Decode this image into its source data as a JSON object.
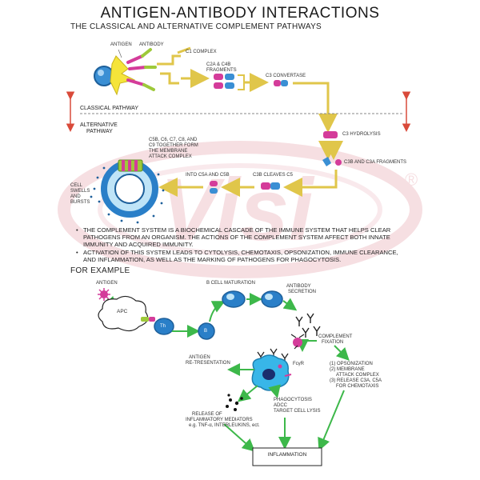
{
  "title": "ANTIGEN-ANTIBODY INTERACTIONS",
  "subtitle": "THE CLASSICAL AND ALTERNATIVE COMPLEMENT PATHWAYS",
  "watermark": {
    "text": "Visi",
    "mark": "®",
    "color": "#e6a4ad"
  },
  "colors": {
    "arrow_yellow": "#e0c64a",
    "arrow_green": "#3db84a",
    "pathway_red": "#d94a3a",
    "cell_blue": "#2a7fc8",
    "magenta": "#d43c9a",
    "lime": "#9ec93a"
  },
  "pathway": {
    "antigen": "ANTIGEN",
    "antibody": "ANTIBODY",
    "c1_complex": "C1 COMPLEX",
    "c2a_c4b": [
      "C2a & C4b",
      "FRAGMENTS"
    ],
    "c3_convertase": "C3 CONVERTASE",
    "classical": "CLASSICAL PATHWAY",
    "alternative": [
      "ALTERNATIVE",
      "PATHWAY"
    ],
    "c3_hydrolysis": "C3 HYDROLYSIS",
    "c3b_c3a": "C3b AND C3a FRAGMENTS",
    "c3b_cleaves": "C3b CLEAVES C5",
    "into_c5": "INTO C5a AND C5b",
    "mac": [
      "C5b, C6, C7, C8, AND",
      "C9 TOGETHER FORM",
      "THE MEMBRANE",
      "ATTACK COMPLEX"
    ],
    "cell_swells": [
      "CELL",
      "SWELLS",
      "AND",
      "BURSTS"
    ]
  },
  "bullets": [
    [
      "THE COMPLEMENT SYSTEM IS A BIOCHEMICAL CASCADE OF THE IMMUNE SYSTEM THAT HELPS CLEAR",
      "PATHOGENS FROM AN ORGANISM. THE ACTIONS OF THE COMPLEMENT SYSTEM AFFECT BOTH INNATE",
      "IMMUNITY AND ACQUIRED IMMUNITY."
    ],
    [
      "ACTIVATION OF THIS SYSTEM LEADS TO CYTOLYSIS, CHEMOTAXIS, OPSONIZATION, IMMUNE CLEARANCE,",
      "AND INFLAMMATION, AS WELL AS THE MARKING OF PATHOGENS FOR PHAGOCYTOSIS."
    ]
  ],
  "for_example": "FOR EXAMPLE",
  "example": {
    "antigen": "ANTIGEN",
    "apc": "APC",
    "th": "Th",
    "b": "B",
    "b_maturation": "B CELL MATURATION",
    "antibody_secretion": [
      "ANTIBODY",
      "SECRETION"
    ],
    "complement_fixation": [
      "COMPLEMENT",
      "FIXATION"
    ],
    "fcyr": "FcγR",
    "presentation": [
      "ANTIGEN",
      "RE-TRESENTATION"
    ],
    "outcomes": [
      "(1) OPSONIZATION",
      "(2) MEMBRANE",
      "ATTACK COMPLEX",
      "(3) RELEASE C3a, C5a",
      "FOR CHEMOTAXIS"
    ],
    "phago": [
      "PHAGOCYTOSIS",
      "ADCC",
      "TARGET CELL LYSIS"
    ],
    "release": [
      "RELEASE OF",
      "INFLAMMATORY MEDIATORS",
      "e.g. TNF-α, INTERLEUKINS, ect."
    ],
    "inflammation": "INFLAMMATION"
  }
}
